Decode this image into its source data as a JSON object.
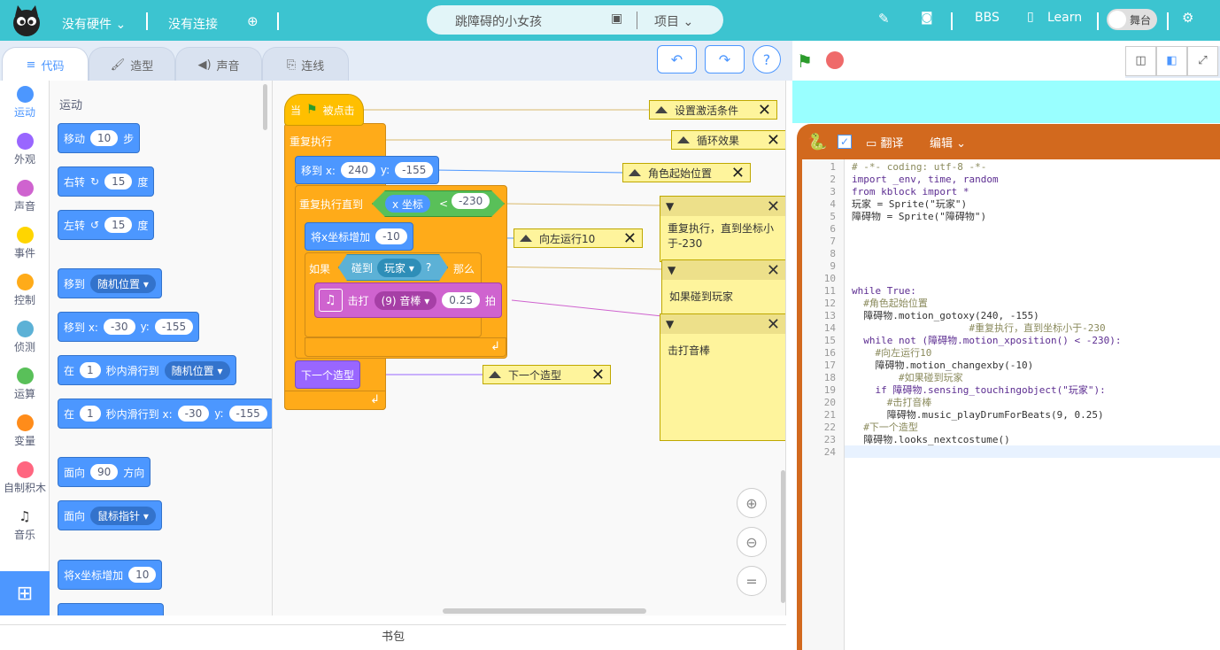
{
  "topbar": {
    "hardware": "没有硬件",
    "connection": "没有连接",
    "project_name": "跳障碍的小女孩",
    "project_menu": "项目",
    "bbs": "BBS",
    "learn": "Learn",
    "stage_toggle": "舞台"
  },
  "tabs": {
    "code": "代码",
    "costume": "造型",
    "sound": "声音",
    "wiring": "连线"
  },
  "categories": [
    {
      "label": "运动",
      "color": "#4c97ff"
    },
    {
      "label": "外观",
      "color": "#9966ff"
    },
    {
      "label": "声音",
      "color": "#cf63cf"
    },
    {
      "label": "事件",
      "color": "#ffd500"
    },
    {
      "label": "控制",
      "color": "#ffab19"
    },
    {
      "label": "侦测",
      "color": "#5cb1d6"
    },
    {
      "label": "运算",
      "color": "#59c059"
    },
    {
      "label": "变量",
      "color": "#ff8c1a"
    },
    {
      "label": "自制积木",
      "color": "#ff6680"
    },
    {
      "label": "音乐",
      "color": "#ffffff"
    }
  ],
  "palette": {
    "heading": "运动",
    "move": "移动",
    "move_val": "10",
    "move_unit": "步",
    "turn_r": "右转",
    "turn_r_val": "15",
    "deg": "度",
    "turn_l": "左转",
    "turn_l_val": "15",
    "goto": "移到",
    "goto_opt": "随机位置",
    "gotoxy": "移到 x:",
    "gx": "-30",
    "y_lbl": "y:",
    "gy": "-155",
    "glide_pre": "在",
    "glide_val": "1",
    "glide_mid": "秒内滑行到",
    "glide_opt": "随机位置",
    "glide2_mid": "秒内滑行到 x:",
    "g2x": "-30",
    "g2y": "-155",
    "point": "面向",
    "point_val": "90",
    "point_unit": "方向",
    "point_to": "面向",
    "point_to_opt": "鼠标指针",
    "changex": "将x坐标增加",
    "changex_val": "10"
  },
  "script": {
    "hat": "当",
    "hat_post": "被点击",
    "forever": "重复执行",
    "gotoxy": "移到 x:",
    "x": "240",
    "y_lbl": "y:",
    "y": "-155",
    "repeat_until": "重复执行直到",
    "xpos": "x 坐标",
    "lt": "<",
    "lim": "-230",
    "changex": "将x坐标增加",
    "cx": "-10",
    "if": "如果",
    "touch": "碰到",
    "touch_opt": "玩家",
    "q": "?",
    "then": "那么",
    "drum": "击打",
    "drum_opt": "(9) 音棒",
    "beats": "0.25",
    "beat_unit": "拍",
    "next_costume": "下一个造型"
  },
  "comments": {
    "c1": "设置激活条件",
    "c2": "循环效果",
    "c3": "角色起始位置",
    "c4": "向左运行10",
    "c5": "下一个造型",
    "c6": "重复执行，直到坐标小于-230",
    "c7": "如果碰到玩家",
    "c8": "击打音棒"
  },
  "bag": "书包",
  "python": {
    "translate": "翻译",
    "edit": "编辑",
    "lines": [
      "# -*- coding: utf-8 -*-",
      "import _env, time, random",
      "from kblock import *",
      "玩家 = Sprite(\"玩家\")",
      "障碍物 = Sprite(\"障碍物\")",
      "",
      "",
      "",
      "",
      "",
      "while True:",
      "  #角色起始位置",
      "  障碍物.motion_gotoxy(240, -155)",
      "                    #重复执行，直到坐标小于-230",
      "  while not (障碍物.motion_xposition() < -230):",
      "    #向左运行10",
      "    障碍物.motion_changexby(-10)",
      "        #如果碰到玩家",
      "    if 障碍物.sensing_touchingobject(\"玩家\"):",
      "      #击打音棒",
      "      障碍物.music_playDrumForBeats(9, 0.25)",
      "  #下一个造型",
      "  障碍物.looks_nextcostume()",
      ""
    ],
    "numbers": [
      "1",
      "2",
      "3",
      "4",
      "5",
      "6",
      "7",
      "8",
      "9",
      "10",
      "11",
      "12",
      "13",
      "14",
      "15",
      "16",
      "17",
      "18",
      "19",
      "20",
      "21",
      "22",
      "23",
      "24"
    ]
  }
}
